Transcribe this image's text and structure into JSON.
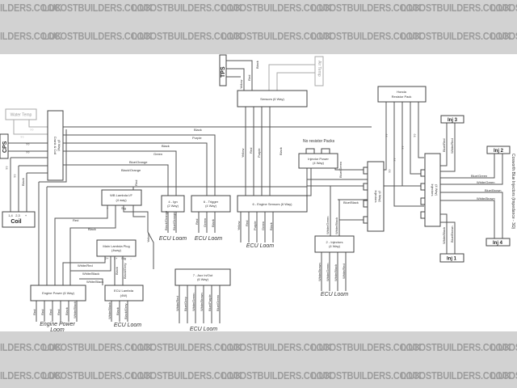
{
  "watermark": "LOCOSTBUILDERS.CO.UK",
  "components": {
    "tps": "TPS",
    "air_temp": "Air Temp",
    "sensors": "Sensors (6 Way)",
    "water_temp": "Water Temp",
    "cps": "CPS",
    "crank_coil": [
      "Crank & Coil",
      "(8 Way)"
    ],
    "coil": "Coil",
    "coil_pins": [
      "1,4",
      "2,3",
      "+"
    ],
    "wb_lambda": [
      "WB Lambda I/F",
      "(4 way)"
    ],
    "wb_pins": [
      "+",
      "-",
      "Sig"
    ],
    "ign": [
      "4 - Ign",
      "(2 Way)"
    ],
    "trigger": [
      "6 - Trigger",
      "(4 Way)"
    ],
    "engine_sensors": "6 - Engine Sensors (6 Way)",
    "main_lambda": [
      "Main Lambda Plug",
      "(4way)"
    ],
    "main_lambda_pins": [
      "2+",
      "1+",
      "Sig",
      "-"
    ],
    "engine_power": "Engine Power (6 Way)",
    "ecu_lambda": [
      "ECU Lambda",
      "(4W)"
    ],
    "aux": [
      "7 - Aux In/Out",
      "(6 Way)"
    ],
    "no_resistor": "No resistor Packs",
    "injector_power": [
      "Injector Power",
      "(4 Way)"
    ],
    "injectors_left": [
      "Injectors",
      "(4 Way)"
    ],
    "honda": [
      "Honda",
      "Resistor Pack"
    ],
    "injectors_right": [
      "Injectors",
      "(4 Way)"
    ],
    "inj1": "Inj 1",
    "inj2": "Inj 2",
    "inj3": "Inj 3",
    "inj4": "Inj 4",
    "two_injectors": [
      "2 - Injectors",
      "(4 Way)"
    ],
    "cosworth": "Cosworth Blue Injectors (Impedance - 3Ω)"
  },
  "looms": {
    "ecu": "ECU Loom",
    "engine_power": [
      "Engine Power",
      "Loom"
    ]
  },
  "wires": {
    "unknown": "??",
    "top": [
      "Black",
      "Purple",
      "Black",
      "Green",
      "Blue/Orange",
      "Black/Orange"
    ],
    "coil_black": "Black",
    "red_bus": "Red",
    "tps": [
      "Yellow",
      "Red",
      "Black"
    ],
    "sensors": [
      "Yellow",
      "Red",
      "Purple",
      "Black"
    ],
    "engine_sensors": [
      "Yellow",
      "Red",
      "Purple",
      "Green",
      "Black"
    ],
    "ign": [
      "Black/Orange",
      "Blue/Orange"
    ],
    "trigger": [
      "Red",
      "Green",
      "Black"
    ],
    "lambda": [
      "Red",
      "Black",
      "White/Red",
      "White/Black",
      "White/Black",
      "Black",
      "Black/Grey",
      "Yellow"
    ],
    "engine_power": [
      "Red",
      "Red",
      "Red",
      "Red",
      "Black",
      "White/Black"
    ],
    "ecu_lambda": [
      "White/Black",
      "Black",
      "Black/Grey"
    ],
    "aux": [
      "White/Red",
      "Blue/Grey",
      "White/Green",
      "White/Brown",
      "Blue/Purple",
      "Blue/Green"
    ],
    "inj_left": [
      "Blue/Green",
      "White/Green",
      "White/Black",
      "Blue/Black"
    ],
    "inj_right": [
      "Blue/Red",
      "White/Red",
      "Blue/Green",
      "White/Green",
      "Blue/Brown",
      "White/Brown",
      "White/Black",
      "Blue/Brown"
    ],
    "two_injectors": [
      "White/Brown",
      "White/Green",
      "White/Black",
      "White/Red"
    ]
  }
}
